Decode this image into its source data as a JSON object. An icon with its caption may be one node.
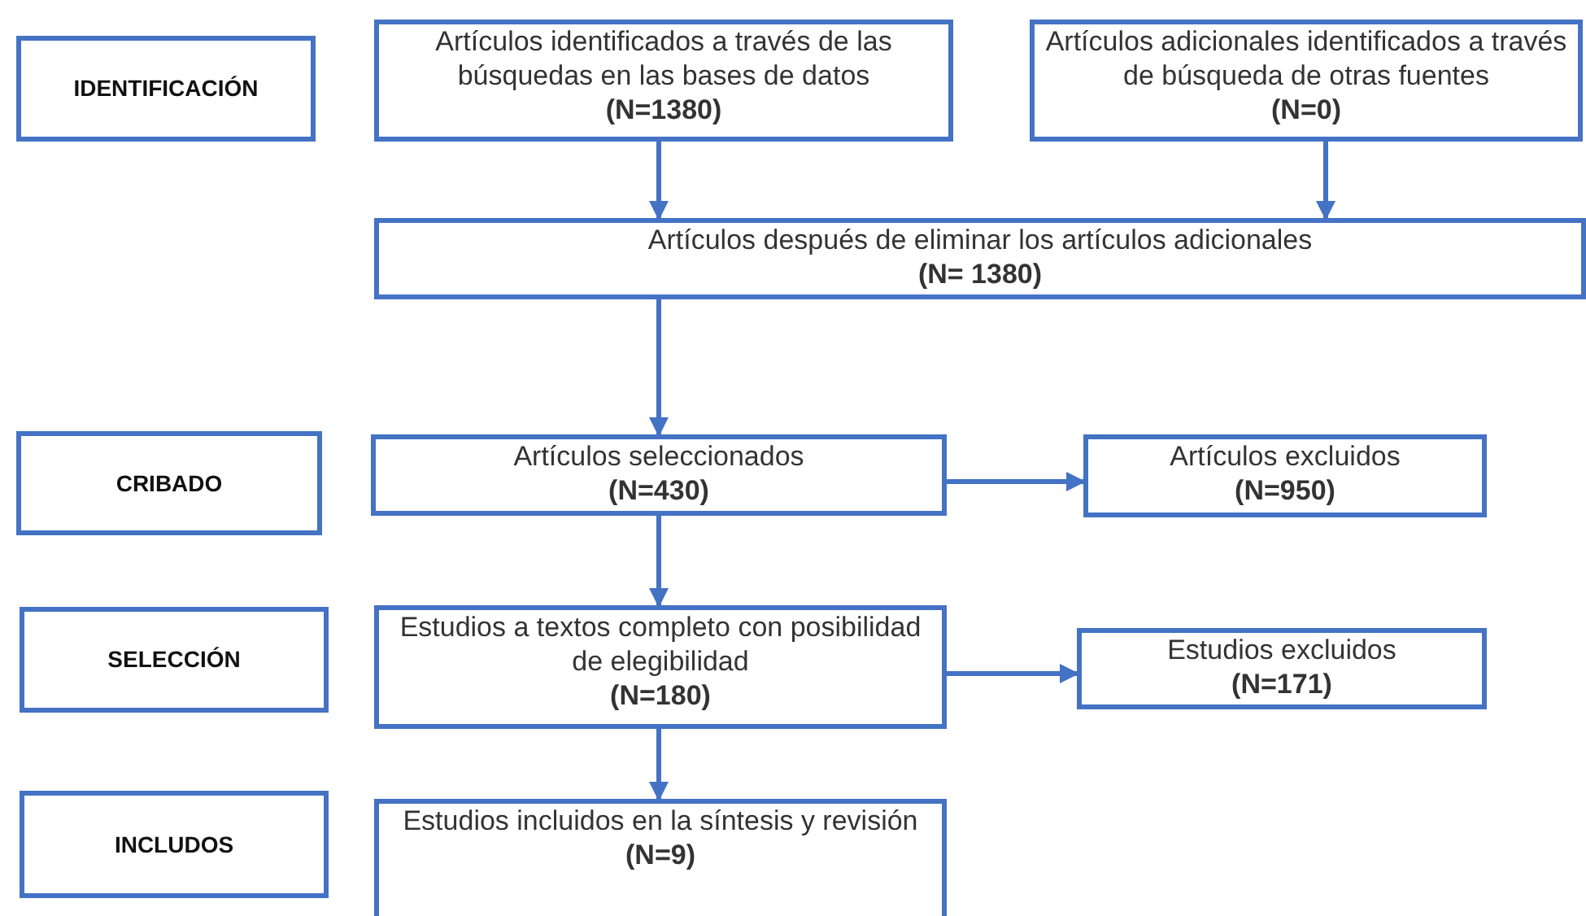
{
  "diagram": {
    "nodes": [
      {
        "text": [
          "IDENTIFICACIÓN"
        ]
      },
      {
        "text": [
          "Artículos identificados a través de las búsquedas en las bases de datos",
          "(N=1380)"
        ]
      },
      {
        "text": [
          "Artículos adicionales identificados a través de búsqueda de otras fuentes",
          "(N=0)"
        ]
      },
      {
        "text": [
          "Artículos después de eliminar los artículos adicionales",
          "(N= 1380)"
        ]
      },
      {
        "text": [
          "CRIBADO"
        ]
      },
      {
        "text": [
          "Artículos seleccionados",
          "(N=430)"
        ]
      },
      {
        "text": [
          "Artículos excluidos",
          "(N=950)"
        ]
      },
      {
        "text": [
          "SELECCIÓN"
        ]
      },
      {
        "text": [
          "Estudios a textos completo con posibilidad de elegibilidad",
          "(N=180)"
        ]
      },
      {
        "text": [
          "Estudios excluidos",
          "(N=171)"
        ]
      },
      {
        "text": [
          "INCLUDOS"
        ]
      },
      {
        "text": [
          "Estudios incluidos en la síntesis y revisión",
          "(N=9)"
        ]
      }
    ],
    "edges": [
      {
        "from": 1,
        "to": 3,
        "arrow": "to"
      },
      {
        "from": 2,
        "to": 3,
        "arrow": "to"
      },
      {
        "from": 3,
        "to": 5,
        "arrow": "to"
      },
      {
        "from": 5,
        "to": 6,
        "arrow": "to"
      },
      {
        "from": 5,
        "to": 8,
        "arrow": "to"
      },
      {
        "from": 8,
        "to": 9,
        "arrow": "to"
      },
      {
        "from": 8,
        "to": 11,
        "arrow": "to"
      }
    ]
  }
}
